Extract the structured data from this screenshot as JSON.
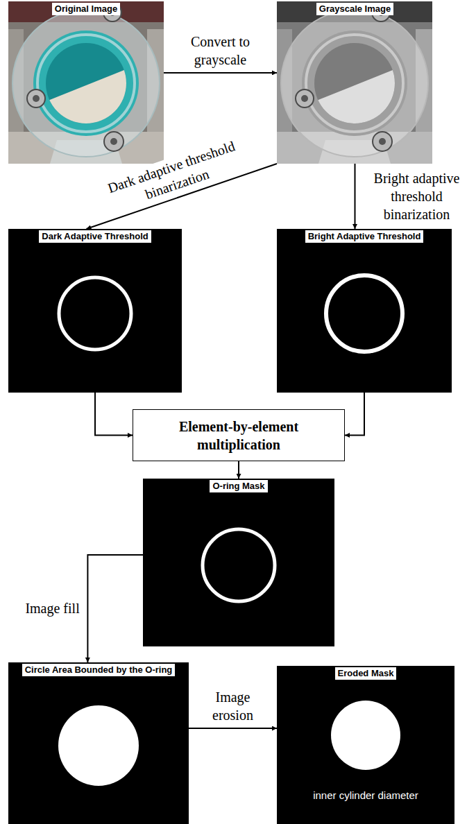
{
  "diagram": {
    "nodes": [
      {
        "text": [
          "Original Image"
        ]
      },
      {
        "text": [
          "Grayscale Image"
        ]
      },
      {
        "text": [
          "Dark Adaptive Threshold"
        ]
      },
      {
        "text": [
          "Bright Adaptive Threshold"
        ]
      },
      {
        "text": [
          "Element-by-element multiplication"
        ]
      },
      {
        "text": [
          "O-ring Mask"
        ]
      },
      {
        "text": [
          "Circle Area Bounded by the O-ring"
        ]
      },
      {
        "text": [
          "Eroded Mask",
          "inner cylinder diameter"
        ]
      }
    ],
    "edges": [
      {
        "from": 0,
        "to": 1,
        "arrow": "to",
        "label": "Convert to grayscale"
      },
      {
        "from": 1,
        "to": 2,
        "arrow": "to",
        "label": "Dark adaptive threshold binarization"
      },
      {
        "from": 1,
        "to": 3,
        "arrow": "to",
        "label": "Bright adaptive threshold binarization"
      },
      {
        "from": 2,
        "to": 4,
        "arrow": "to"
      },
      {
        "from": 3,
        "to": 4,
        "arrow": "to"
      },
      {
        "from": 4,
        "to": 5,
        "arrow": "to"
      },
      {
        "from": 5,
        "to": 6,
        "arrow": "to",
        "label": "Image fill"
      },
      {
        "from": 6,
        "to": 7,
        "arrow": "to",
        "label": "Image erosion"
      }
    ]
  }
}
